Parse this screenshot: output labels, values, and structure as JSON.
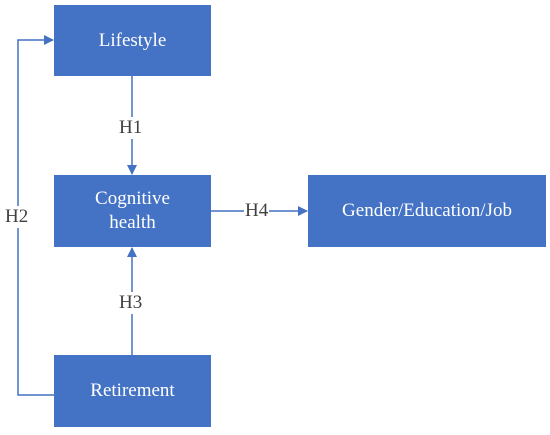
{
  "nodes": {
    "lifestyle": "Lifestyle",
    "cognitive_line1": "Cognitive",
    "cognitive_line2": "health",
    "retirement": "Retirement",
    "demographics": "Gender/Education/Job"
  },
  "hypotheses": {
    "h1": "H1",
    "h2": "H2",
    "h3": "H3",
    "h4": "H4"
  },
  "colors": {
    "box_fill": "#4472c4",
    "arrow": "#4472c4",
    "label_text": "#404040"
  }
}
